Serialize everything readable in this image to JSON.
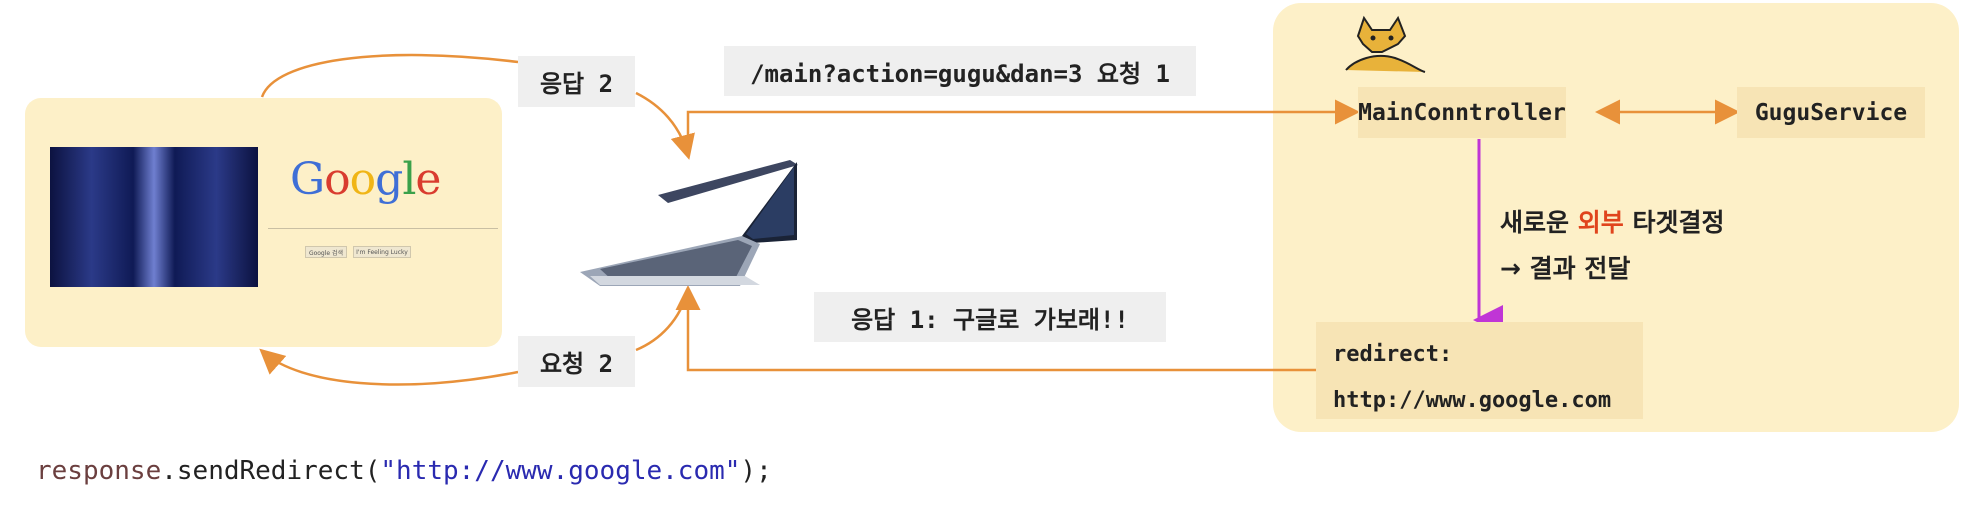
{
  "colors": {
    "panel": "#fdf0c8",
    "arrow_orange": "#e8913a",
    "arrow_purple": "#c035d6",
    "highlight": "#e0441c"
  },
  "left_panel": {
    "google_logo": "Google",
    "google_search_button": "Google 검색",
    "feeling_lucky_button": "I'm Feeling Lucky"
  },
  "labels": {
    "response2": "응답 2",
    "request1": "/main?action=gugu&dan=3 요청 1",
    "response1": "응답 1: 구글로 가보래!!",
    "request2": "요청 2"
  },
  "server": {
    "logo_icon": "tomcat-icon",
    "main_controller": "MainConntroller",
    "gugu_service": "GuguService",
    "note_prefix": "새로운",
    "note_highlight": "외부",
    "note_suffix": "타겟결정",
    "note_line2": "→ 결과 전달",
    "redirect_label": "redirect:",
    "redirect_url": "http://www.google.com"
  },
  "code": {
    "object": "response",
    "method": ".sendRedirect(",
    "argument": "\"http://www.google.com\"",
    "end": ");"
  }
}
